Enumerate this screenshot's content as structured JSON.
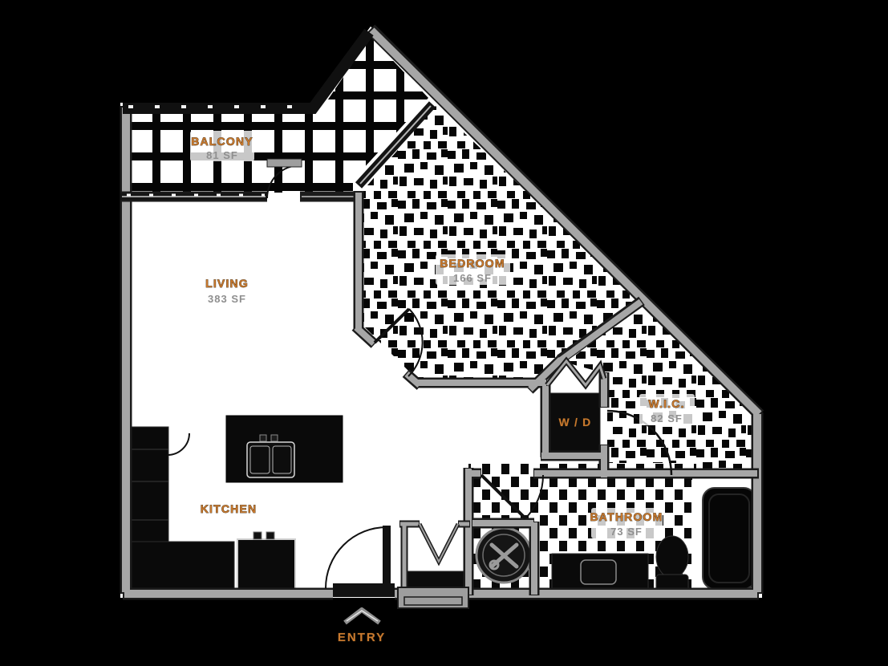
{
  "floorplan": {
    "rooms": {
      "balcony": {
        "label": "BALCONY",
        "area": "81 SF"
      },
      "living": {
        "label": "LIVING",
        "area": "383 SF"
      },
      "bedroom": {
        "label": "BEDROOM",
        "area": "166 SF"
      },
      "wic": {
        "label": "W.I.C.",
        "area": "82 SF"
      },
      "laundry": {
        "label": "W / D"
      },
      "kitchen": {
        "label": "KITCHEN"
      },
      "bathroom": {
        "label": "BATHROOM",
        "area": "73 SF"
      },
      "entry": {
        "label": "ENTRY"
      }
    },
    "colors": {
      "label_accent": "#c9792e",
      "wall_gray": "#a6a6a6",
      "floor": "#ffffff",
      "background": "#000000"
    }
  }
}
